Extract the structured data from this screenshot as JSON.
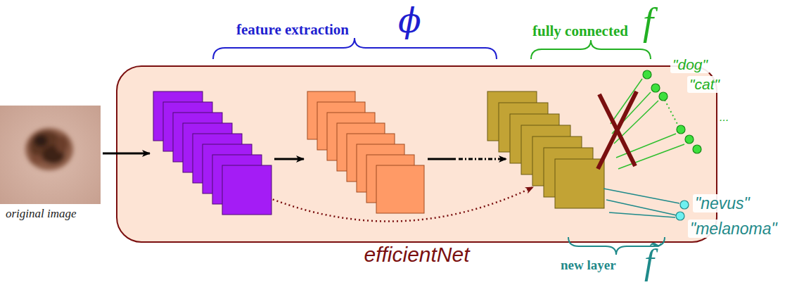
{
  "diagram": {
    "nodes": [
      {
        "text": [
          "efficientNet"
        ]
      }
    ],
    "labels": [
      "feature extraction",
      "ϕ",
      "fully connected",
      "f",
      "\"dog\"",
      "\"cat\"",
      "...",
      "\"nevus\"",
      "\"melanoma\"",
      "new layer",
      "f̃",
      "original image"
    ]
  }
}
